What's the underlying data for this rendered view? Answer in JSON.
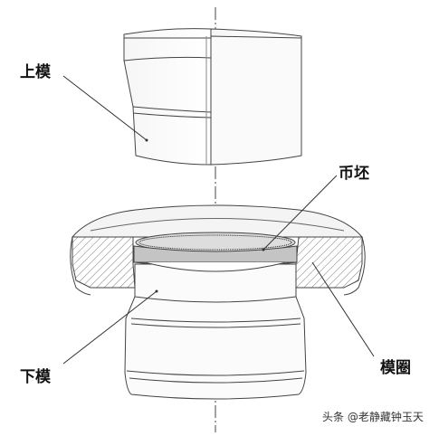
{
  "labels": {
    "upper_die": "上模",
    "coin_blank": "币坯",
    "lower_die": "下模",
    "die_ring": "模圈"
  },
  "watermark": "头条 @老静藏钟玉天"
}
